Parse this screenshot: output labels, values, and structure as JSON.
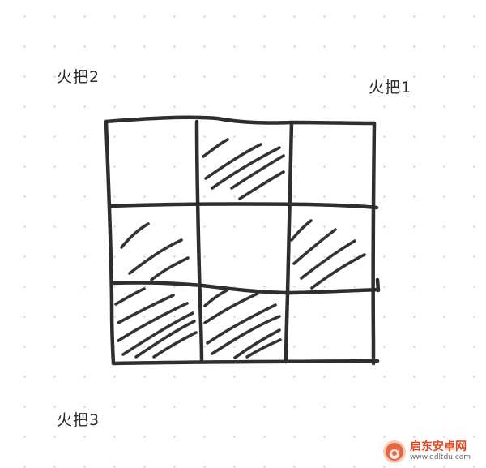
{
  "labels": {
    "torch_1": "火把1",
    "torch_2": "火把2",
    "torch_3": "火把3"
  },
  "grid": {
    "rows": 3,
    "columns": 3,
    "shaded_cells": [
      {
        "row": 1,
        "col": 2
      },
      {
        "row": 2,
        "col": 1
      },
      {
        "row": 2,
        "col": 3
      },
      {
        "row": 3,
        "col": 1
      },
      {
        "row": 3,
        "col": 2
      }
    ]
  },
  "watermark": {
    "name": "启东安卓网",
    "url": "www.qdltdu.com"
  },
  "colors": {
    "ink": "#2e2e2e",
    "watermark_orange": "#e0461c"
  }
}
